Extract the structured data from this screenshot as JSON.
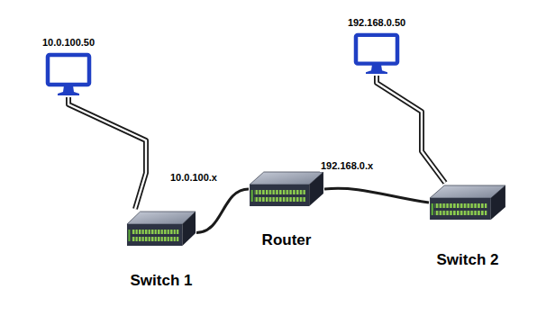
{
  "diagram": {
    "nodes": [
      {
        "text": [
          "10.0.100.50"
        ]
      },
      {
        "text": [
          "192.168.0.50"
        ]
      },
      {
        "text": [
          "Switch 1"
        ]
      },
      {
        "text": [
          "Router"
        ]
      },
      {
        "text": [
          "Switch 2"
        ]
      }
    ],
    "edges": [
      {
        "from": 0,
        "to": 2,
        "arrow": "none"
      },
      {
        "from": 2,
        "to": 3,
        "label": "10.0.100.x",
        "arrow": "none"
      },
      {
        "from": 3,
        "to": 4,
        "label": "192.168.0.x",
        "arrow": "none"
      },
      {
        "from": 1,
        "to": 4,
        "arrow": "none"
      }
    ]
  }
}
